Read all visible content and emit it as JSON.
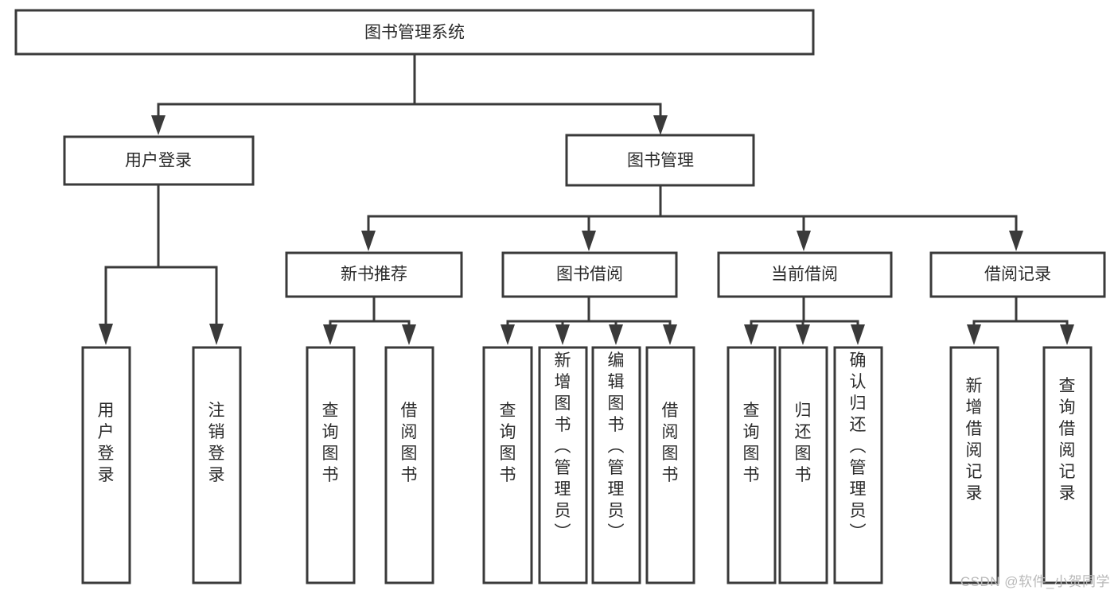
{
  "diagram": {
    "title": "图书管理系统",
    "type": "hierarchy-tree",
    "watermark": "CSDN @软件_小贺同学",
    "colors": {
      "stroke": "#3a3a3a",
      "fill": "#ffffff",
      "text": "#2b2b2b",
      "watermark": "#b9b9b9"
    },
    "levels": [
      {
        "level": 1,
        "nodes": [
          {
            "id": "root",
            "label": "图书管理系统",
            "orientation": "horizontal"
          }
        ]
      },
      {
        "level": 2,
        "nodes": [
          {
            "id": "login",
            "label": "用户登录",
            "orientation": "horizontal",
            "parent": "root"
          },
          {
            "id": "bookmgmt",
            "label": "图书管理",
            "orientation": "horizontal",
            "parent": "root"
          }
        ]
      },
      {
        "level": 3,
        "nodes": [
          {
            "id": "newbook",
            "label": "新书推荐",
            "orientation": "horizontal",
            "parent": "bookmgmt"
          },
          {
            "id": "borrow",
            "label": "图书借阅",
            "orientation": "horizontal",
            "parent": "bookmgmt"
          },
          {
            "id": "current",
            "label": "当前借阅",
            "orientation": "horizontal",
            "parent": "bookmgmt"
          },
          {
            "id": "records",
            "label": "借阅记录",
            "orientation": "horizontal",
            "parent": "bookmgmt"
          }
        ]
      },
      {
        "level": 4,
        "nodes": [
          {
            "id": "leaf1",
            "label": "用户登录",
            "orientation": "vertical",
            "parent": "login"
          },
          {
            "id": "leaf2",
            "label": "注销登录",
            "orientation": "vertical",
            "parent": "login"
          },
          {
            "id": "leaf3",
            "label": "查询图书",
            "orientation": "vertical",
            "parent": "newbook"
          },
          {
            "id": "leaf4",
            "label": "借阅图书",
            "orientation": "vertical",
            "parent": "newbook"
          },
          {
            "id": "leaf5",
            "label": "查询图书",
            "orientation": "vertical",
            "parent": "borrow"
          },
          {
            "id": "leaf6",
            "label": "新增图书（管理员）",
            "orientation": "vertical",
            "parent": "borrow"
          },
          {
            "id": "leaf7",
            "label": "编辑图书（管理员）",
            "orientation": "vertical",
            "parent": "borrow"
          },
          {
            "id": "leaf8",
            "label": "借阅图书",
            "orientation": "vertical",
            "parent": "borrow"
          },
          {
            "id": "leaf9",
            "label": "查询图书",
            "orientation": "vertical",
            "parent": "current"
          },
          {
            "id": "leaf10",
            "label": "归还图书",
            "orientation": "vertical",
            "parent": "current"
          },
          {
            "id": "leaf11",
            "label": "确认归还（管理员）",
            "orientation": "vertical",
            "parent": "current"
          },
          {
            "id": "leaf12",
            "label": "新增借阅记录",
            "orientation": "vertical",
            "parent": "records"
          },
          {
            "id": "leaf13",
            "label": "查询借阅记录",
            "orientation": "vertical",
            "parent": "records"
          }
        ]
      }
    ]
  }
}
